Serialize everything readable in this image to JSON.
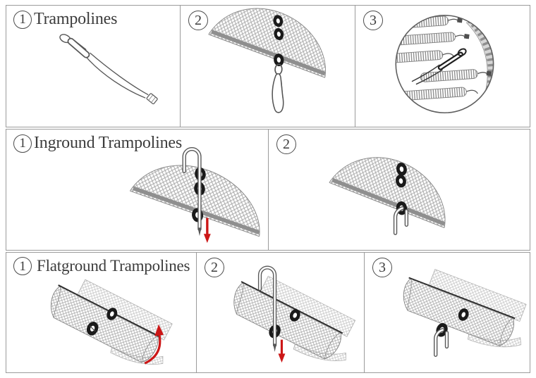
{
  "document": {
    "type": "trampoline-net-assembly-instructions",
    "sections": [
      {
        "title": "Trampolines",
        "steps": [
          {
            "number": "1",
            "figure": "elastic-loop-with-snap-hook"
          },
          {
            "number": "2",
            "figure": "net-panel-grommets-with-snap-hook"
          },
          {
            "number": "3",
            "figure": "snap-hook-attached-to-springs-detail"
          }
        ]
      },
      {
        "title": "Inground Trampolines",
        "steps": [
          {
            "number": "1",
            "figure": "net-panel-with-anchor-hook-pin-and-down-arrow"
          },
          {
            "number": "2",
            "figure": "net-panel-with-u-pin-in-grommet"
          }
        ]
      },
      {
        "title": "Flatground Trampolines",
        "steps": [
          {
            "number": "1",
            "figure": "rolled-net-edge-with-lift-arrow"
          },
          {
            "number": "2",
            "figure": "rolled-net-with-anchor-hook-pin-and-down-arrow"
          },
          {
            "number": "3",
            "figure": "rolled-net-with-u-pin-in-grommet"
          }
        ]
      }
    ],
    "colors": {
      "panel_border": "#9b9b9b",
      "title_text": "#3c3c3c",
      "drawing_line": "#555555",
      "mesh": "#a6a6a6",
      "grommet": "#1a1a1a",
      "arrow_red": "#cc1717"
    }
  }
}
